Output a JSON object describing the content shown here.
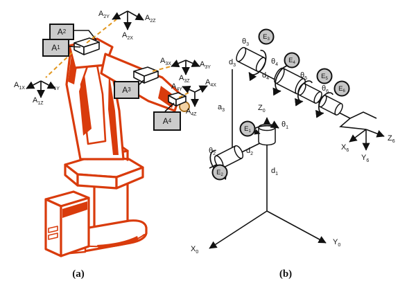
{
  "caption_a": "(a)",
  "caption_b": "(b)",
  "colors": {
    "robot_orange": "#d93b0c",
    "dashed_link_orange": "#e2971f",
    "label_box_gray": "#cbcbcb",
    "encoder_circle_gray": "#c6c6c6",
    "line_black": "#111111",
    "flange_tan": "#f3d3a6"
  },
  "fig_a": {
    "sensor_boxes": {
      "a1": {
        "base": "A",
        "sub": "1"
      },
      "a2": {
        "base": "A",
        "sub": "2"
      },
      "a3": {
        "base": "A",
        "sub": "3"
      },
      "a4": {
        "base": "A",
        "sub": "4"
      }
    },
    "axis_labels": {
      "a1x": {
        "base": "A",
        "sub": "1X"
      },
      "a1y": {
        "base": "A",
        "sub": "1Y"
      },
      "a1z": {
        "base": "A",
        "sub": "1Z"
      },
      "a2y": {
        "base": "A",
        "sub": "2Y"
      },
      "a2x": {
        "base": "A",
        "sub": "2X"
      },
      "a2z": {
        "base": "A",
        "sub": "2Z"
      },
      "a3x": {
        "base": "A",
        "sub": "3X"
      },
      "a3y": {
        "base": "A",
        "sub": "3Y"
      },
      "a3z": {
        "base": "A",
        "sub": "3Z"
      },
      "a4y": {
        "base": "A",
        "sub": "4Y"
      },
      "a4x": {
        "base": "A",
        "sub": "4X"
      },
      "a4z": {
        "base": "A",
        "sub": "4Z"
      }
    }
  },
  "fig_b": {
    "joint_angles": {
      "t1": {
        "base": "θ",
        "sub": "1"
      },
      "t2": {
        "base": "θ",
        "sub": "2"
      },
      "t3": {
        "base": "θ",
        "sub": "3"
      },
      "t4": {
        "base": "θ",
        "sub": "4"
      },
      "t5": {
        "base": "θ",
        "sub": "5"
      },
      "t6": {
        "base": "θ",
        "sub": "6"
      }
    },
    "encoders": {
      "e1": {
        "base": "E",
        "sub": "1"
      },
      "e2": {
        "base": "E",
        "sub": "2"
      },
      "e3": {
        "base": "E",
        "sub": "3"
      },
      "e4": {
        "base": "E",
        "sub": "4"
      },
      "e5": {
        "base": "E",
        "sub": "5"
      },
      "e6": {
        "base": "E",
        "sub": "6"
      }
    },
    "link_params": {
      "d1": {
        "base": "d",
        "sub": "1"
      },
      "d2": {
        "base": "d",
        "sub": "2"
      },
      "d3": {
        "base": "d",
        "sub": "3"
      },
      "d4": {
        "base": "d",
        "sub": "4"
      },
      "a3": {
        "base": "a",
        "sub": "3"
      }
    },
    "base_frame": {
      "x": {
        "base": "X",
        "sub": "0"
      },
      "y": {
        "base": "Y",
        "sub": "0"
      },
      "z": {
        "base": "Z",
        "sub": "0"
      }
    },
    "tool_frame": {
      "x": {
        "base": "X",
        "sub": "6"
      },
      "y": {
        "base": "Y",
        "sub": "6"
      },
      "z": {
        "base": "Z",
        "sub": "6"
      }
    }
  }
}
